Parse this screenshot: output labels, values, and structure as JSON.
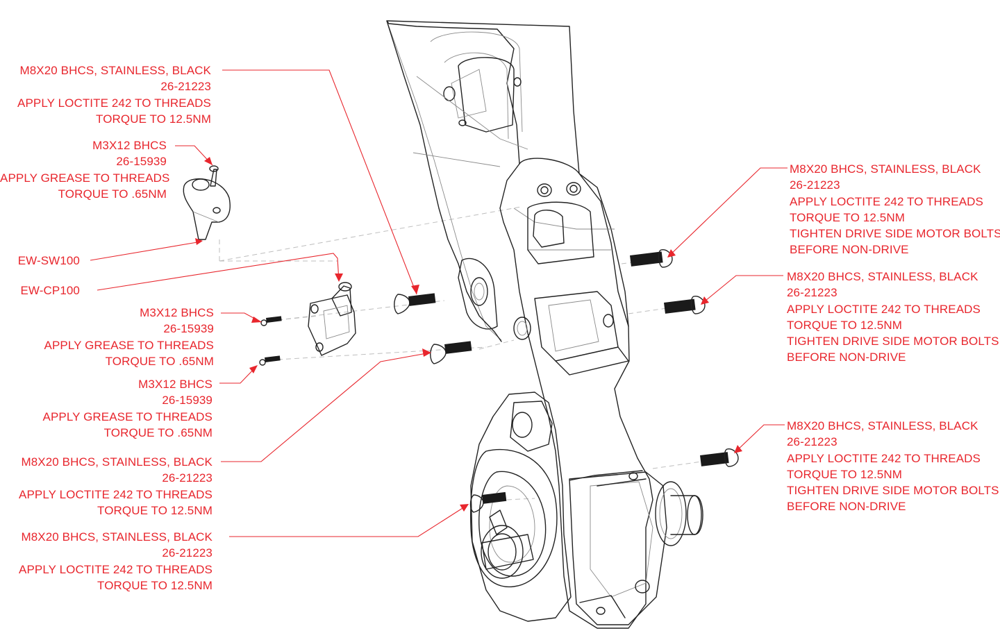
{
  "callouts": [
    {
      "id": "c1",
      "lines": [
        "M8X20 BHCS, STAINLESS, BLACK",
        "26-21223",
        "APPLY LOCTITE 242 TO THREADS",
        "TORQUE TO 12.5NM"
      ]
    },
    {
      "id": "c2",
      "lines": [
        "M3X12 BHCS",
        "26-15939",
        "APPLY GREASE TO THREADS",
        "TORQUE TO .65NM"
      ]
    },
    {
      "id": "c3",
      "lines": [
        "EW-SW100"
      ]
    },
    {
      "id": "c4",
      "lines": [
        "EW-CP100"
      ]
    },
    {
      "id": "c5",
      "lines": [
        "M3X12 BHCS",
        "26-15939",
        "APPLY GREASE TO THREADS",
        "TORQUE TO .65NM"
      ]
    },
    {
      "id": "c6",
      "lines": [
        "M3X12 BHCS",
        "26-15939",
        "APPLY GREASE TO THREADS",
        "TORQUE TO .65NM"
      ]
    },
    {
      "id": "c7",
      "lines": [
        "M8X20 BHCS, STAINLESS, BLACK",
        "26-21223",
        "APPLY LOCTITE 242 TO THREADS",
        "TORQUE TO 12.5NM"
      ]
    },
    {
      "id": "c8",
      "lines": [
        "M8X20 BHCS, STAINLESS, BLACK",
        "26-21223",
        "APPLY LOCTITE 242 TO THREADS",
        "TORQUE TO 12.5NM"
      ]
    },
    {
      "id": "c9",
      "lines": [
        "M8X20 BHCS, STAINLESS, BLACK",
        "26-21223",
        "APPLY LOCTITE 242 TO THREADS",
        "TORQUE TO 12.5NM",
        "TIGHTEN DRIVE SIDE MOTOR BOLTS",
        "BEFORE NON-DRIVE"
      ]
    },
    {
      "id": "c10",
      "lines": [
        "M8X20 BHCS, STAINLESS, BLACK",
        "26-21223",
        "APPLY LOCTITE 242 TO THREADS",
        "TORQUE TO 12.5NM",
        "TIGHTEN DRIVE SIDE MOTOR BOLTS",
        "BEFORE NON-DRIVE"
      ]
    },
    {
      "id": "c11",
      "lines": [
        "M8X20 BHCS, STAINLESS, BLACK",
        "26-21223",
        "APPLY LOCTITE 242 TO THREADS",
        "TORQUE TO 12.5NM",
        "TIGHTEN DRIVE SIDE MOTOR BOLTS",
        "BEFORE NON-DRIVE"
      ]
    }
  ],
  "colors": {
    "callout": "#e8262d",
    "ink": "#222222",
    "background": "#ffffff"
  }
}
